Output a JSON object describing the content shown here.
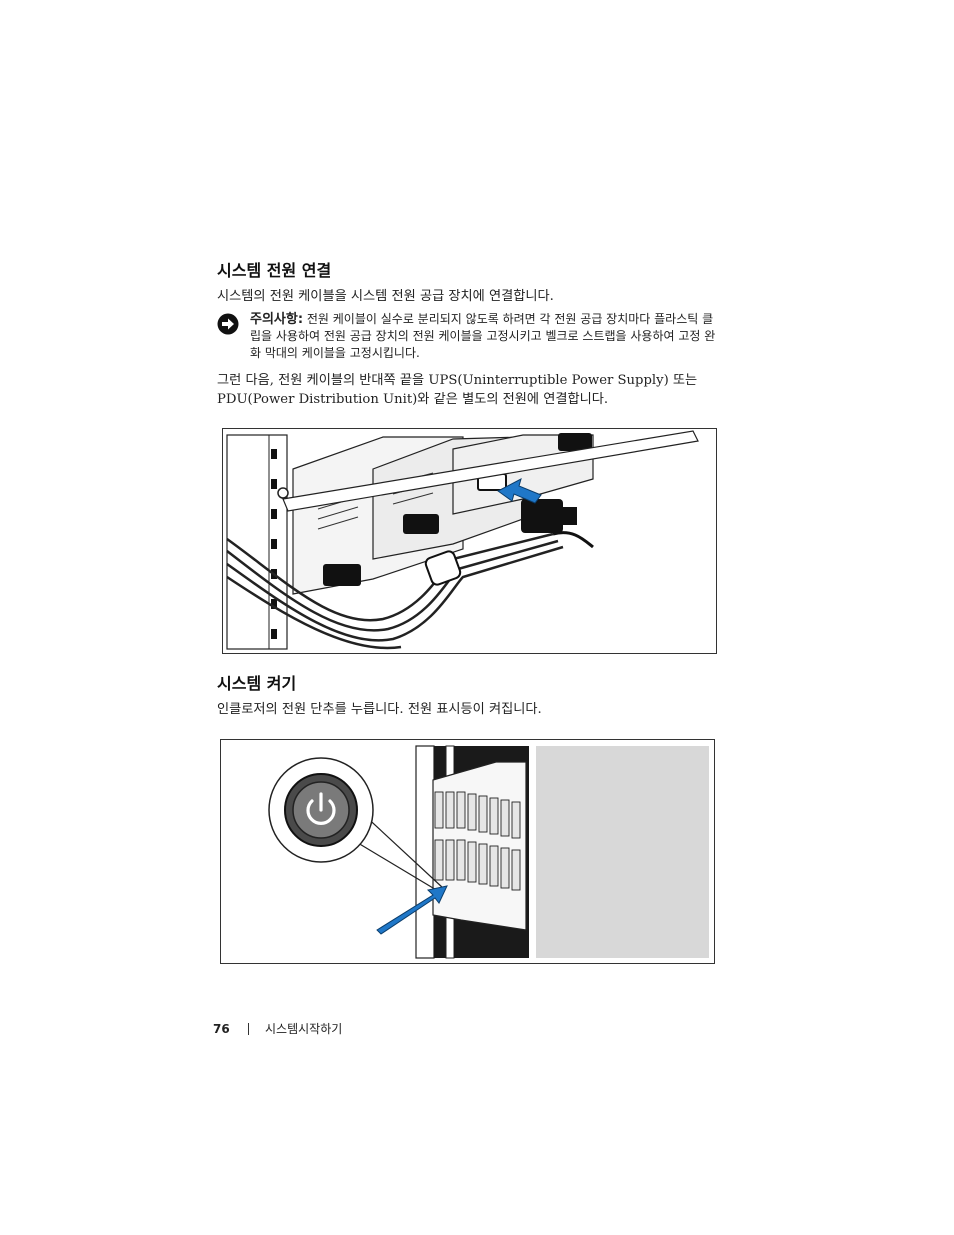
{
  "section1": {
    "heading": "시스템 전원 연결",
    "para1": "시스템의 전원 케이블을 시스템 전원 공급 장치에 연결합니다.",
    "notice_label": "주의사항:",
    "notice_text": "전원 케이블이 실수로 분리되지 않도록 하려면 각 전원 공급 장치마다 플라스틱 클립을 사용하여 전원 공급 장치의 전원 케이블을 고정시키고 벨크로 스트랩을 사용하여 고정 완화 막대의 케이블을 고정시킵니다.",
    "para2": "그런 다음, 전원 케이블의 반대쪽 끝을 UPS(Uninterruptible Power Supply) 또는 PDU(Power Distribution Unit)와 같은 별도의 전원에 연결합니다."
  },
  "section2": {
    "heading": "시스템 켜기",
    "para1": "인클로저의 전원 단추를 누릅니다. 전원 표시등이 켜집니다."
  },
  "footer": {
    "page_number": "76",
    "title": "시스템시작하기"
  },
  "colors": {
    "arrow": "#1f77c8",
    "panel_gray": "#d8d8d8",
    "line": "#1a1a1a"
  },
  "icons": {
    "notice": "notice-arrow-icon",
    "power": "power-icon"
  }
}
